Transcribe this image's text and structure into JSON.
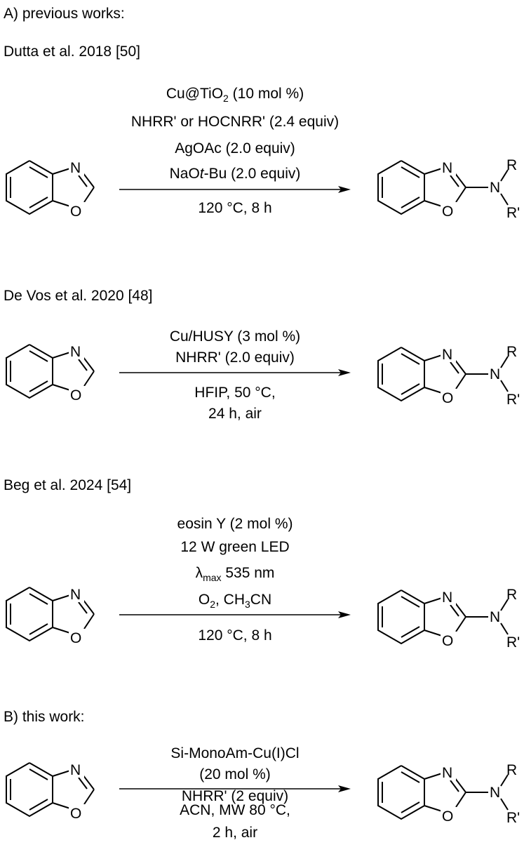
{
  "panel_a_heading": "A) previous works:",
  "panel_b_heading": "B) this work:",
  "atom_labels": {
    "n": "N",
    "o": "O",
    "r": "R",
    "r_prime": "R'"
  },
  "reactions": [
    {
      "citation": "Dutta et al. 2018 [50]",
      "above": [
        {
          "pre": "Cu@TiO",
          "sub": "2",
          "post": " (10 mol %)"
        },
        {
          "text": "NHRR' or HOCNRR' (2.4 equiv)"
        },
        {
          "text": "AgOAc (2.0 equiv)"
        },
        {
          "pre": "NaO",
          "ital": "t",
          "post": "-Bu (2.0 equiv)"
        }
      ],
      "below": [
        {
          "text": "120 °C, 8 h"
        }
      ]
    },
    {
      "citation": "De Vos et al. 2020 [48]",
      "above": [
        {
          "text": "Cu/HUSY (3 mol %)"
        },
        {
          "text": "NHRR' (2.0 equiv)"
        }
      ],
      "below": [
        {
          "text": "HFIP, 50 °C,"
        },
        {
          "text": "24 h, air"
        }
      ]
    },
    {
      "citation": "Beg et al. 2024 [54]",
      "above": [
        {
          "text": "eosin Y (2 mol %)"
        },
        {
          "text": "12 W green LED"
        },
        {
          "pre": "λ",
          "sub": "max",
          "post": " 535 nm"
        },
        {
          "pre": "O",
          "sub": "2",
          "post": ", CH",
          "sub2": "3",
          "post2": "CN"
        }
      ],
      "below": [
        {
          "text": "120 °C, 8 h"
        }
      ]
    },
    {
      "citation": "",
      "above": [
        {
          "text": "Si-MonoAm-Cu(I)Cl"
        },
        {
          "text": "(20 mol %)"
        },
        {
          "text": "NHRR' (2 equiv)"
        }
      ],
      "below": [
        {
          "text": "ACN, MW 80 °C,"
        },
        {
          "text": "2 h, air"
        }
      ]
    }
  ]
}
